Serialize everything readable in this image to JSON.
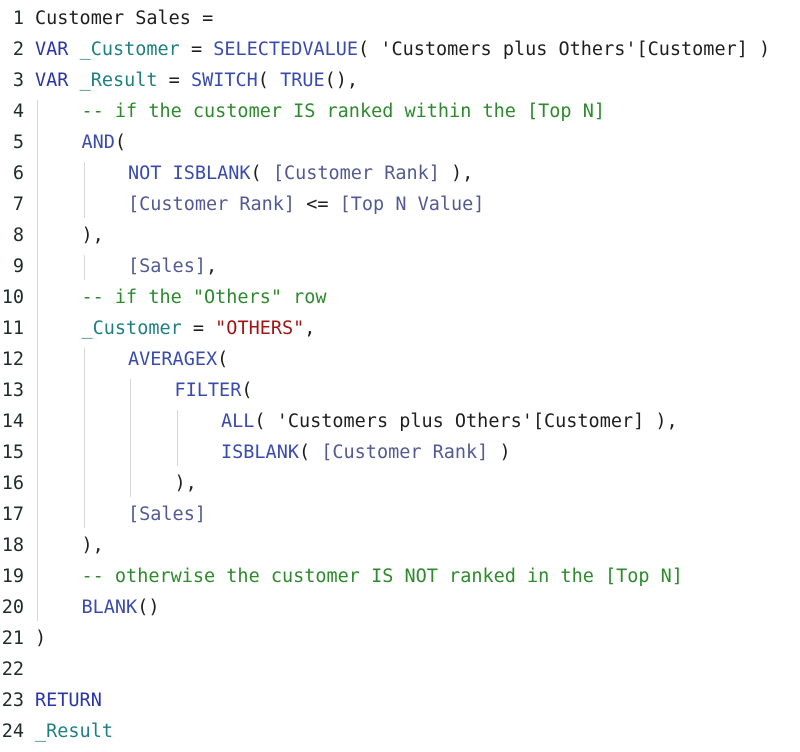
{
  "editor": {
    "title": "",
    "colors": {
      "plain": "#1e1e1e",
      "keyword": "#2a35a8",
      "function": "#3a4bb0",
      "column": "#535a93",
      "string": "#a21515",
      "comment": "#2d8a2d",
      "variable": "#1f8080"
    },
    "lines": [
      {
        "n": "1",
        "indent": 0,
        "tokens": [
          [
            "plain",
            "Customer Sales ="
          ]
        ]
      },
      {
        "n": "2",
        "indent": 0,
        "tokens": [
          [
            "kw",
            "VAR "
          ],
          [
            "var",
            "_Customer"
          ],
          [
            "op",
            " = "
          ],
          [
            "fn",
            "SELECTEDVALUE"
          ],
          [
            "op",
            "( 'Customers plus Others'[Customer] )"
          ]
        ]
      },
      {
        "n": "3",
        "indent": 0,
        "tokens": [
          [
            "kw",
            "VAR "
          ],
          [
            "var",
            "_Result"
          ],
          [
            "op",
            " = "
          ],
          [
            "fn",
            "SWITCH"
          ],
          [
            "op",
            "( "
          ],
          [
            "fn",
            "TRUE"
          ],
          [
            "op",
            "(),"
          ]
        ]
      },
      {
        "n": "4",
        "indent": 1,
        "tokens": [
          [
            "cmt",
            "-- if the customer IS ranked within the [Top N]"
          ]
        ]
      },
      {
        "n": "5",
        "indent": 1,
        "tokens": [
          [
            "fn",
            "AND"
          ],
          [
            "op",
            "("
          ]
        ]
      },
      {
        "n": "6",
        "indent": 2,
        "tokens": [
          [
            "fn",
            "NOT ISBLANK"
          ],
          [
            "op",
            "( "
          ],
          [
            "col",
            "[Customer Rank]"
          ],
          [
            "op",
            " ),"
          ]
        ]
      },
      {
        "n": "7",
        "indent": 2,
        "tokens": [
          [
            "col",
            "[Customer Rank]"
          ],
          [
            "op",
            " <= "
          ],
          [
            "col",
            "[Top N Value]"
          ]
        ]
      },
      {
        "n": "8",
        "indent": 1,
        "tokens": [
          [
            "op",
            "),"
          ]
        ]
      },
      {
        "n": "9",
        "indent": 2,
        "tokens": [
          [
            "col",
            "[Sales]"
          ],
          [
            "op",
            ","
          ]
        ]
      },
      {
        "n": "10",
        "indent": 1,
        "tokens": [
          [
            "cmt",
            "-- if the \"Others\" row"
          ]
        ]
      },
      {
        "n": "11",
        "indent": 1,
        "tokens": [
          [
            "var",
            "_Customer"
          ],
          [
            "op",
            " = "
          ],
          [
            "str",
            "\"OTHERS\""
          ],
          [
            "op",
            ","
          ]
        ]
      },
      {
        "n": "12",
        "indent": 2,
        "tokens": [
          [
            "fn",
            "AVERAGEX"
          ],
          [
            "op",
            "("
          ]
        ]
      },
      {
        "n": "13",
        "indent": 3,
        "tokens": [
          [
            "fn",
            "FILTER"
          ],
          [
            "op",
            "("
          ]
        ]
      },
      {
        "n": "14",
        "indent": 4,
        "tokens": [
          [
            "fn",
            "ALL"
          ],
          [
            "op",
            "( 'Customers plus Others'[Customer] ),"
          ]
        ]
      },
      {
        "n": "15",
        "indent": 4,
        "tokens": [
          [
            "fn",
            "ISBLANK"
          ],
          [
            "op",
            "( "
          ],
          [
            "col",
            "[Customer Rank]"
          ],
          [
            "op",
            " )"
          ]
        ]
      },
      {
        "n": "16",
        "indent": 3,
        "tokens": [
          [
            "op",
            "),"
          ]
        ]
      },
      {
        "n": "17",
        "indent": 2,
        "tokens": [
          [
            "col",
            "[Sales]"
          ]
        ]
      },
      {
        "n": "18",
        "indent": 1,
        "tokens": [
          [
            "op",
            "),"
          ]
        ]
      },
      {
        "n": "19",
        "indent": 1,
        "tokens": [
          [
            "cmt",
            "-- otherwise the customer IS NOT ranked in the [Top N]"
          ]
        ]
      },
      {
        "n": "20",
        "indent": 1,
        "tokens": [
          [
            "fn",
            "BLANK"
          ],
          [
            "op",
            "()"
          ]
        ]
      },
      {
        "n": "21",
        "indent": 0,
        "tokens": [
          [
            "op",
            ")"
          ]
        ]
      },
      {
        "n": "22",
        "indent": 0,
        "tokens": []
      },
      {
        "n": "23",
        "indent": 0,
        "tokens": [
          [
            "kw",
            "RETURN"
          ]
        ]
      },
      {
        "n": "24",
        "indent": 0,
        "tokens": [
          [
            "var",
            "_Result"
          ]
        ]
      }
    ]
  }
}
